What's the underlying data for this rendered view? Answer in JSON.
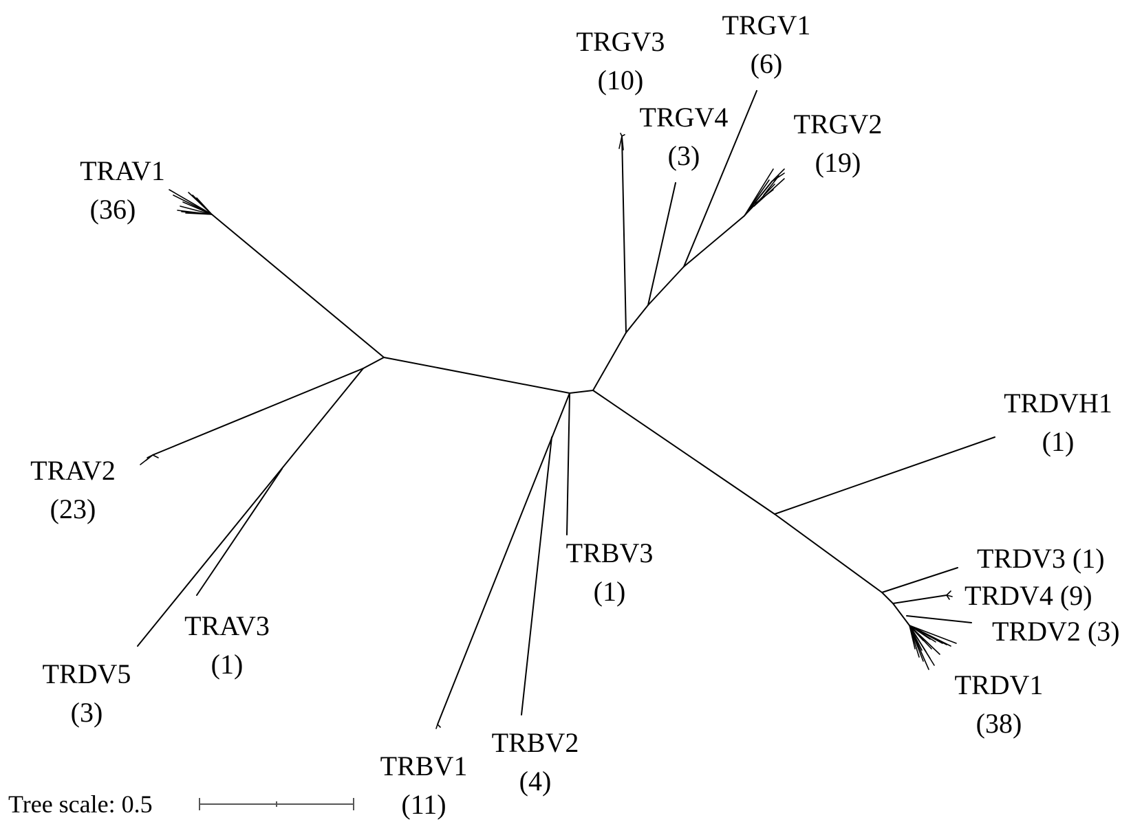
{
  "clades": [
    {
      "id": "trav1",
      "name": "TRAV1",
      "count": "(36)"
    },
    {
      "id": "trav2",
      "name": "TRAV2",
      "count": "(23)"
    },
    {
      "id": "trav3",
      "name": "TRAV3",
      "count": "(1)"
    },
    {
      "id": "trdv5",
      "name": "TRDV5",
      "count": "(3)"
    },
    {
      "id": "trbv1",
      "name": "TRBV1",
      "count": "(11)"
    },
    {
      "id": "trbv2",
      "name": "TRBV2",
      "count": "(4)"
    },
    {
      "id": "trbv3",
      "name": "TRBV3",
      "count": "(1)"
    },
    {
      "id": "trgv3",
      "name": "TRGV3",
      "count": "(10)"
    },
    {
      "id": "trgv1",
      "name": "TRGV1",
      "count": "(6)"
    },
    {
      "id": "trgv4",
      "name": "TRGV4",
      "count": "(3)"
    },
    {
      "id": "trgv2",
      "name": "TRGV2",
      "count": "(19)"
    },
    {
      "id": "trdvh1",
      "name": "TRDVH1",
      "count": "(1)"
    },
    {
      "id": "trdv3",
      "name": "TRDV3 (1)",
      "count": ""
    },
    {
      "id": "trdv4",
      "name": "TRDV4 (9)",
      "count": ""
    },
    {
      "id": "trdv2",
      "name": "TRDV2 (3)",
      "count": ""
    },
    {
      "id": "trdv1",
      "name": "TRDV1",
      "count": "(38)"
    }
  ],
  "scale": {
    "label": "Tree scale: 0.5"
  }
}
